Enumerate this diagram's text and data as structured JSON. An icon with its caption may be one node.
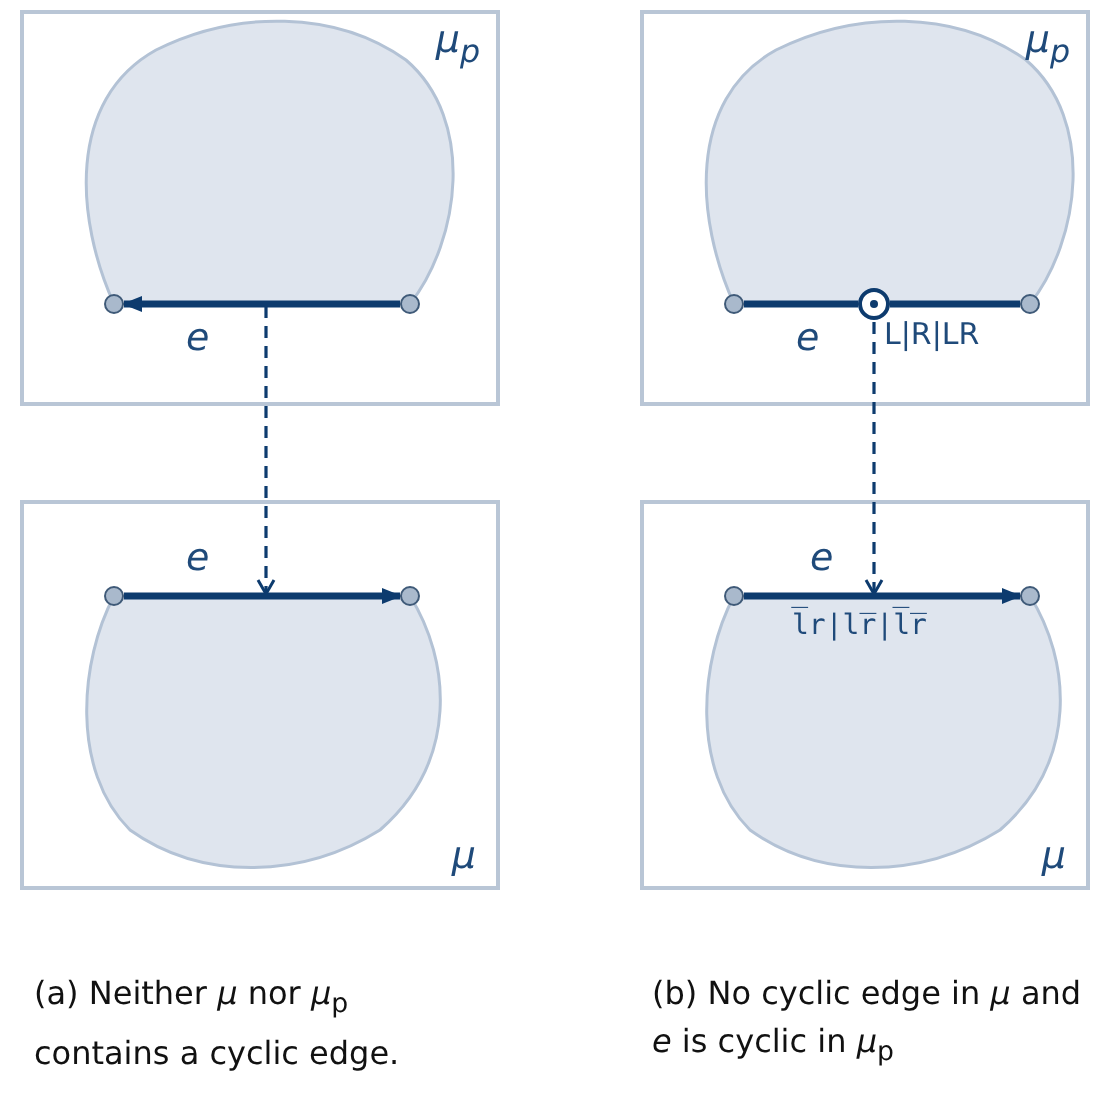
{
  "diagram": {
    "nodes": [
      {
        "text": [
          "μ$_{p}$"
        ]
      },
      {
        "text": [],
        "shape": "blob",
        "in": 0
      },
      {
        "text": [],
        "shape": "circle",
        "in": 0
      },
      {
        "text": [],
        "shape": "circle",
        "in": 0
      },
      {
        "text": [
          "μ"
        ]
      },
      {
        "text": [],
        "shape": "blob",
        "in": 4
      },
      {
        "text": [],
        "shape": "circle",
        "in": 4
      },
      {
        "text": [],
        "shape": "circle",
        "in": 4
      },
      {
        "text": [
          "μ$_{p}$"
        ]
      },
      {
        "text": [],
        "shape": "blob",
        "in": 8
      },
      {
        "text": [],
        "shape": "circle",
        "in": 8
      },
      {
        "text": [],
        "shape": "circle",
        "in": 8,
        "beside": [
          "L|R|LR"
        ]
      },
      {
        "text": [],
        "shape": "circle",
        "in": 8
      },
      {
        "text": [
          "μ"
        ]
      },
      {
        "text": [],
        "shape": "blob",
        "in": 13
      },
      {
        "text": [],
        "shape": "circle",
        "in": 13
      },
      {
        "text": [],
        "shape": "circle",
        "in": 13
      }
    ],
    "edges": [
      {
        "from": 3,
        "to": 2,
        "arrow": "to",
        "label": "e"
      },
      {
        "from": 1,
        "to": 5,
        "arrow": "to",
        "style": "dashed"
      },
      {
        "from": 6,
        "to": 7,
        "arrow": "to",
        "label": "e"
      },
      {
        "from": 10,
        "to": 11,
        "arrow": "none",
        "label": "e"
      },
      {
        "from": 11,
        "to": 12,
        "arrow": "none"
      },
      {
        "from": 11,
        "to": 14,
        "arrow": "to",
        "style": "dashed"
      },
      {
        "from": 15,
        "to": 16,
        "arrow": "to",
        "label": "e"
      }
    ],
    "labels": [
      "l̅r|lr̅|l̅r̅",
      "(a) Neither *μ* nor *μ*$_{p}$ contains a cyclic edge.",
      "(b) No cyclic edge in *μ* and *e* is cyclic in *μ*$_{p}$"
    ]
  }
}
